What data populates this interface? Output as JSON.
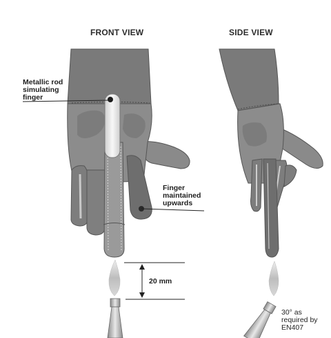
{
  "views": {
    "front_title": "FRONT VIEW",
    "side_title": "SIDE VIEW"
  },
  "callouts": {
    "rod": [
      "Metallic rod",
      "simulating",
      "finger"
    ],
    "finger_up": [
      "Finger",
      "maintained",
      "upwards"
    ],
    "gap": "20 mm",
    "angle": [
      "30° as",
      "required by",
      "EN407"
    ]
  },
  "colors": {
    "glove_dark": "#707070",
    "glove_mid": "#8e8e8e",
    "glove_light": "#a9a9a9",
    "rod": "#e6e6e6",
    "flame": "#c8c8c8"
  }
}
